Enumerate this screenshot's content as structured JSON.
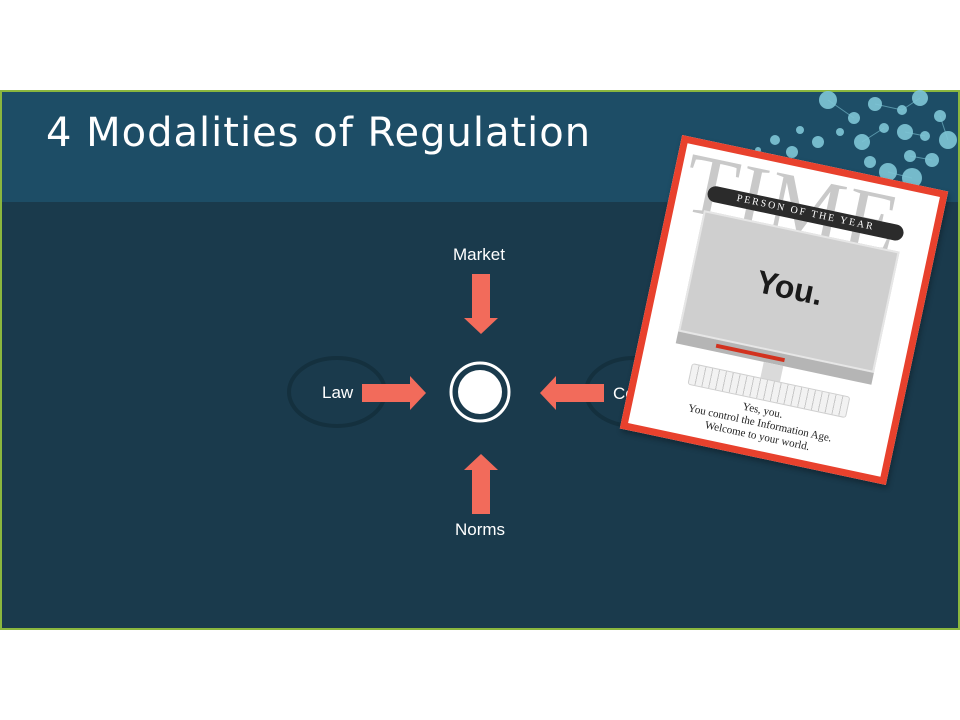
{
  "slide": {
    "title": "4 Modalities of Regulation"
  },
  "diagram": {
    "center": "",
    "nodes": {
      "top": "Market",
      "left": "Law",
      "right": "Code",
      "bottom": "Norms"
    }
  },
  "cover": {
    "masthead": "TIME",
    "banner": "PERSON OF THE YEAR",
    "headline": "You.",
    "tagline_1": "Yes, you.",
    "tagline_2": "You control the Information Age.",
    "tagline_3": "Welcome to your world."
  },
  "colors": {
    "background": "#1a3a4c",
    "header": "#1d4d66",
    "border": "#8ab63e",
    "arrow": "#f26b5b",
    "cover_border": "#e8412d"
  }
}
